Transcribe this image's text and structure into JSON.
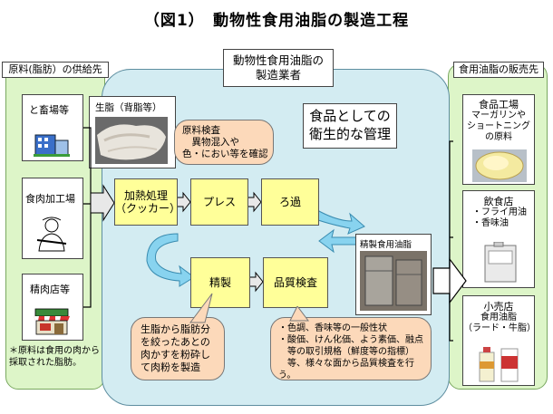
{
  "title": "（図1）　動物性食用油脂の製造工程",
  "left": {
    "header": "原料(脂肪）の供給先",
    "items": [
      "と畜場等",
      "食肉加工場",
      "精肉店等"
    ],
    "note": "＊原料は食用の肉から採取された脂肪。"
  },
  "center": {
    "manufacturer": [
      "動物性食用油脂の",
      "製造業者"
    ],
    "raw_fat_label": "生脂（背脂等）",
    "inspection": [
      "原料検査",
      "　異物混入や",
      "色・におい等を確認"
    ],
    "food_title": [
      "食品としての",
      "衛生的な管理"
    ],
    "steps": {
      "heat": [
        "加熱処理",
        "（クッカー）"
      ],
      "press": "プレス",
      "filter": "ろ過",
      "refine": "精製",
      "quality": "品質検査"
    },
    "product_label": "精製食用油脂",
    "note_left": [
      "生脂から脂肪分",
      "を絞ったあとの",
      "肉かすを粉砕し",
      "て肉粉を製造"
    ],
    "note_right": [
      "・色調、香味等の一般性状",
      "・酸価、けん化価、よう素価、融点",
      "　等の取引規格（鮮度等の指標）",
      "　等、様々な面から品質検査を行う。"
    ]
  },
  "right": {
    "header": "食用油脂の販売先",
    "factory": {
      "title": "食品工場",
      "desc": [
        "マーガリンや",
        "ショートニング",
        "の原料"
      ]
    },
    "restaurant": {
      "title": "飲食店",
      "desc": [
        "・フライ用油",
        "・香味油"
      ]
    },
    "retail": {
      "title": "小売店",
      "desc": [
        "食用油脂",
        "（ラード・牛脂）"
      ]
    }
  },
  "colors": {
    "side_bg": "#ddf5c8",
    "center_bg": "#d3ecf2",
    "step_bg": "#ffff99",
    "note_bg": "#fcd9ba",
    "arrow": "#88d3ef"
  }
}
